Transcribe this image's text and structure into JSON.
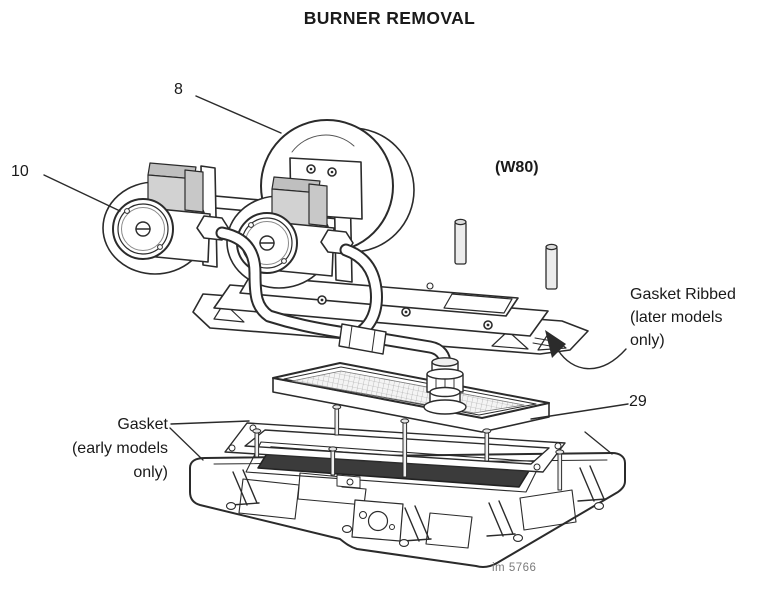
{
  "figure": {
    "title": "BURNER REMOVAL",
    "model_note": "(W80)",
    "image_ref": "im 5766"
  },
  "callouts": {
    "part_8": "8",
    "part_10": "10",
    "part_29": "29",
    "gasket_ribbed": {
      "line1": "Gasket Ribbed",
      "line2": "(later models",
      "line3": "only)"
    },
    "gasket_early": {
      "line1": "Gasket",
      "line2": "(early models",
      "line3": "only)"
    }
  },
  "colors": {
    "line": "#2b2b2b",
    "muted_text": "#7a7a7a",
    "opening_fill": "#3b3b3b"
  }
}
